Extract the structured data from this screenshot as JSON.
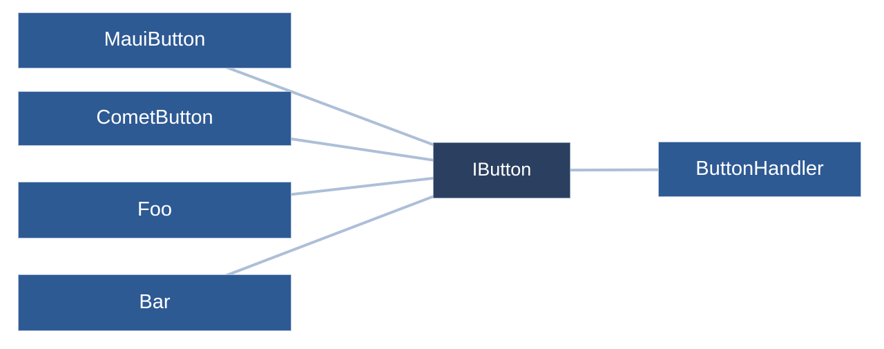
{
  "diagram": {
    "nodes": [
      {
        "id": "maui",
        "label": "MauiButton",
        "type": "class"
      },
      {
        "id": "comet",
        "label": "CometButton",
        "type": "class"
      },
      {
        "id": "foo",
        "label": "Foo",
        "type": "class"
      },
      {
        "id": "bar",
        "label": "Bar",
        "type": "class"
      },
      {
        "id": "ibutton",
        "label": "IButton",
        "type": "interface"
      },
      {
        "id": "handler",
        "label": "ButtonHandler",
        "type": "class"
      }
    ],
    "edges": [
      {
        "from": "maui",
        "to": "ibutton"
      },
      {
        "from": "comet",
        "to": "ibutton"
      },
      {
        "from": "foo",
        "to": "ibutton"
      },
      {
        "from": "bar",
        "to": "ibutton"
      },
      {
        "from": "ibutton",
        "to": "handler"
      }
    ],
    "colors": {
      "class_fill": "#2E5A94",
      "interface_fill": "#2B4060",
      "connector": "#ADBFD8",
      "text": "#FFFFFF",
      "background": "#FFFFFF"
    },
    "connector_width": 4
  }
}
